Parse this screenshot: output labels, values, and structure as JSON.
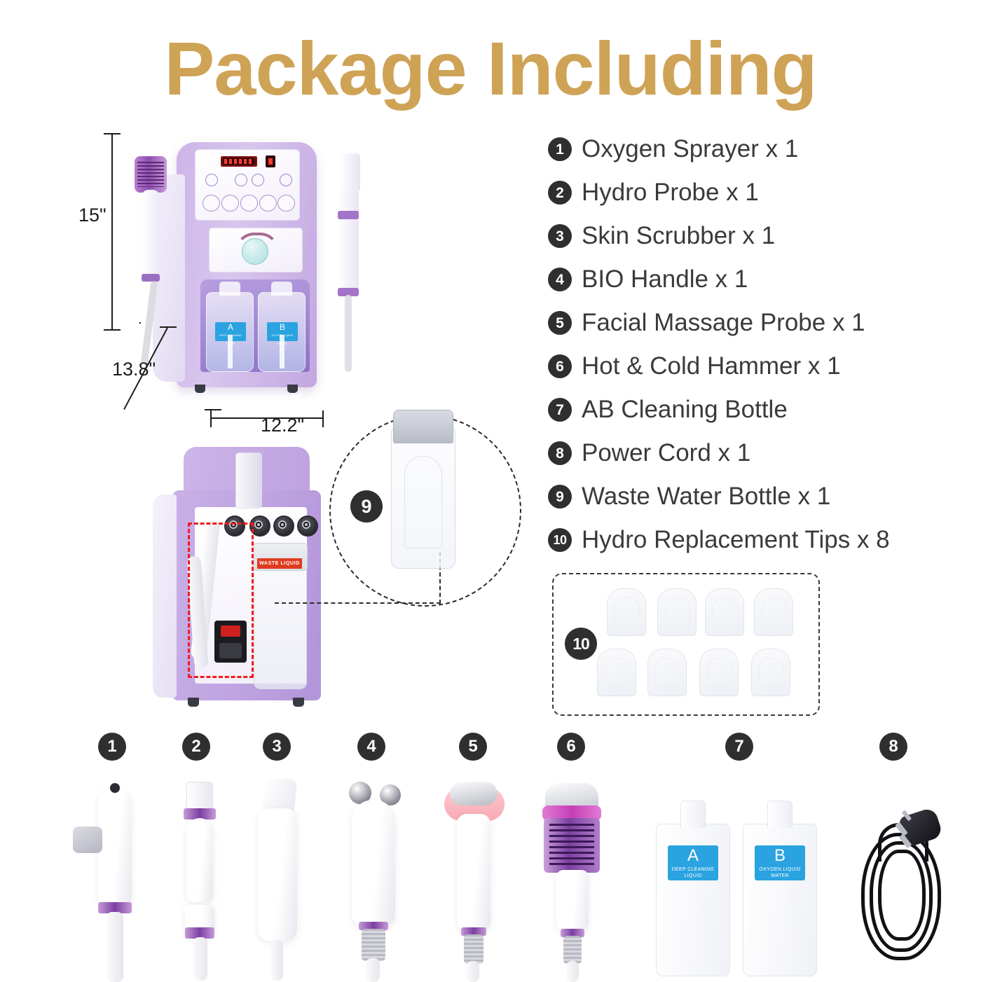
{
  "title": "Package Including",
  "colors": {
    "title_gold": "#cfa356",
    "badge_dark": "#2f2f2f",
    "label_blue": "#2aa3e0",
    "callout_red": "#f01c1c",
    "machine_purple": "#bda2e0"
  },
  "package_items": [
    {
      "num": "1",
      "label": "Oxygen Sprayer x 1"
    },
    {
      "num": "2",
      "label": "Hydro Probe x 1"
    },
    {
      "num": "3",
      "label": "Skin Scrubber x 1"
    },
    {
      "num": "4",
      "label": "BIO Handle x 1"
    },
    {
      "num": "5",
      "label": "Facial Massage Probe x 1"
    },
    {
      "num": "6",
      "label": "Hot & Cold Hammer x 1"
    },
    {
      "num": "7",
      "label": "AB Cleaning Bottle"
    },
    {
      "num": "8",
      "label": "Power Cord x 1"
    },
    {
      "num": "9",
      "label": "Waste Water Bottle x 1"
    },
    {
      "num": "10",
      "label": "Hydro Replacement Tips x 8"
    }
  ],
  "dimensions": {
    "height": "15\"",
    "depth": "13.8\"",
    "width": "12.2\""
  },
  "machine_front": {
    "bottle_a": {
      "letter": "A",
      "text": "DEEP CLEANING LIQUID"
    },
    "bottle_b": {
      "letter": "B",
      "text": "OXYGEN LIQUID WATER"
    }
  },
  "machine_back": {
    "waste_label": "WASTE LIQUID"
  },
  "callouts": {
    "waste_bottle_num": "9",
    "tips_num": "10"
  },
  "bottom_row": [
    {
      "num": "1"
    },
    {
      "num": "2"
    },
    {
      "num": "3"
    },
    {
      "num": "4"
    },
    {
      "num": "5"
    },
    {
      "num": "6"
    },
    {
      "num": "7"
    },
    {
      "num": "8"
    }
  ],
  "ab_bottles": [
    {
      "letter": "A",
      "line1": "DEEP CLEANING",
      "line2": "LIQUID"
    },
    {
      "letter": "B",
      "line1": "OXYGEN LIQUID",
      "line2": "WATER"
    }
  ]
}
